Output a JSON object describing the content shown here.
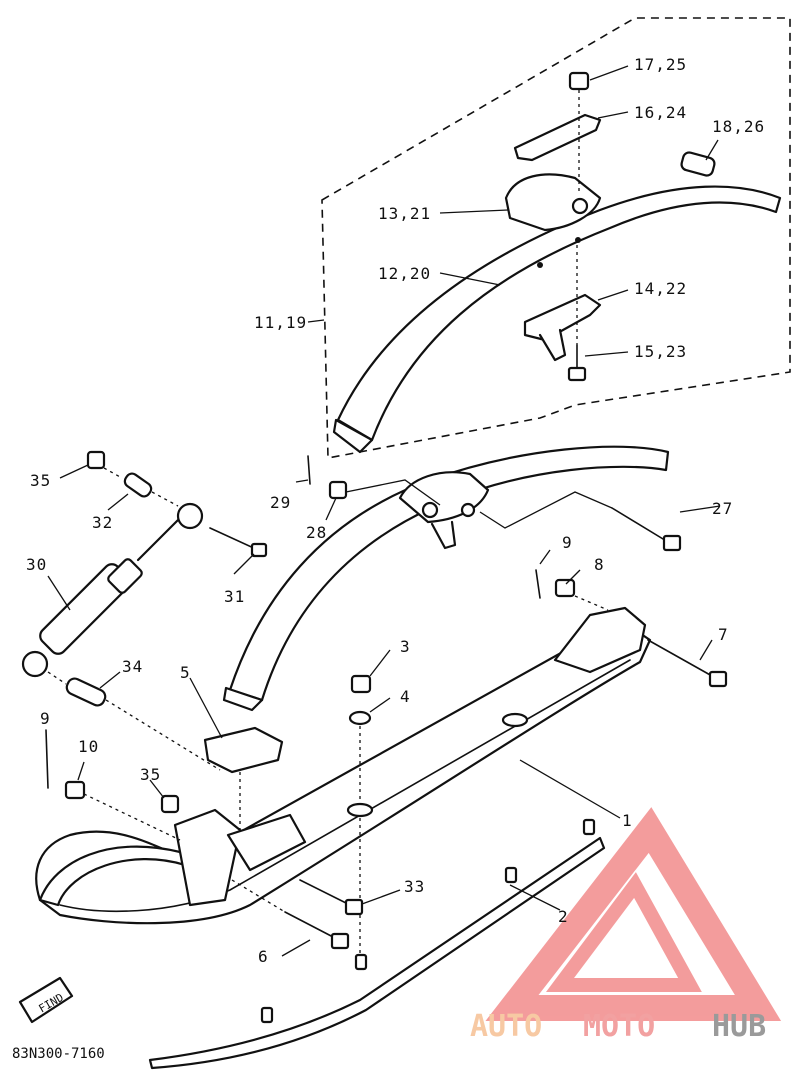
{
  "diagram": {
    "catalog_code": "83N300-7160",
    "find_tag": "FIND",
    "watermark": {
      "parts": [
        "AUTO",
        "MOTO",
        "HUB"
      ],
      "colors": [
        "#f7c9a3",
        "#f2a1a1",
        "#9a9a9a"
      ],
      "logo_color": "#f28b8b"
    },
    "callouts": {
      "c1": "1",
      "c2": "2",
      "c3": "3",
      "c4": "4",
      "c5": "5",
      "c6": "6",
      "c7": "7",
      "c8": "8",
      "c9a": "9",
      "c9b": "9",
      "c10": "10",
      "c11": "11,19",
      "c12": "12,20",
      "c13": "13,21",
      "c14": "14,22",
      "c15": "15,23",
      "c16": "16,24",
      "c17": "17,25",
      "c18": "18,26",
      "c27": "27",
      "c28": "28",
      "c29": "29",
      "c30": "30",
      "c31": "31",
      "c32": "32",
      "c33": "33",
      "c34": "34",
      "c35a": "35",
      "c35b": "35"
    }
  }
}
